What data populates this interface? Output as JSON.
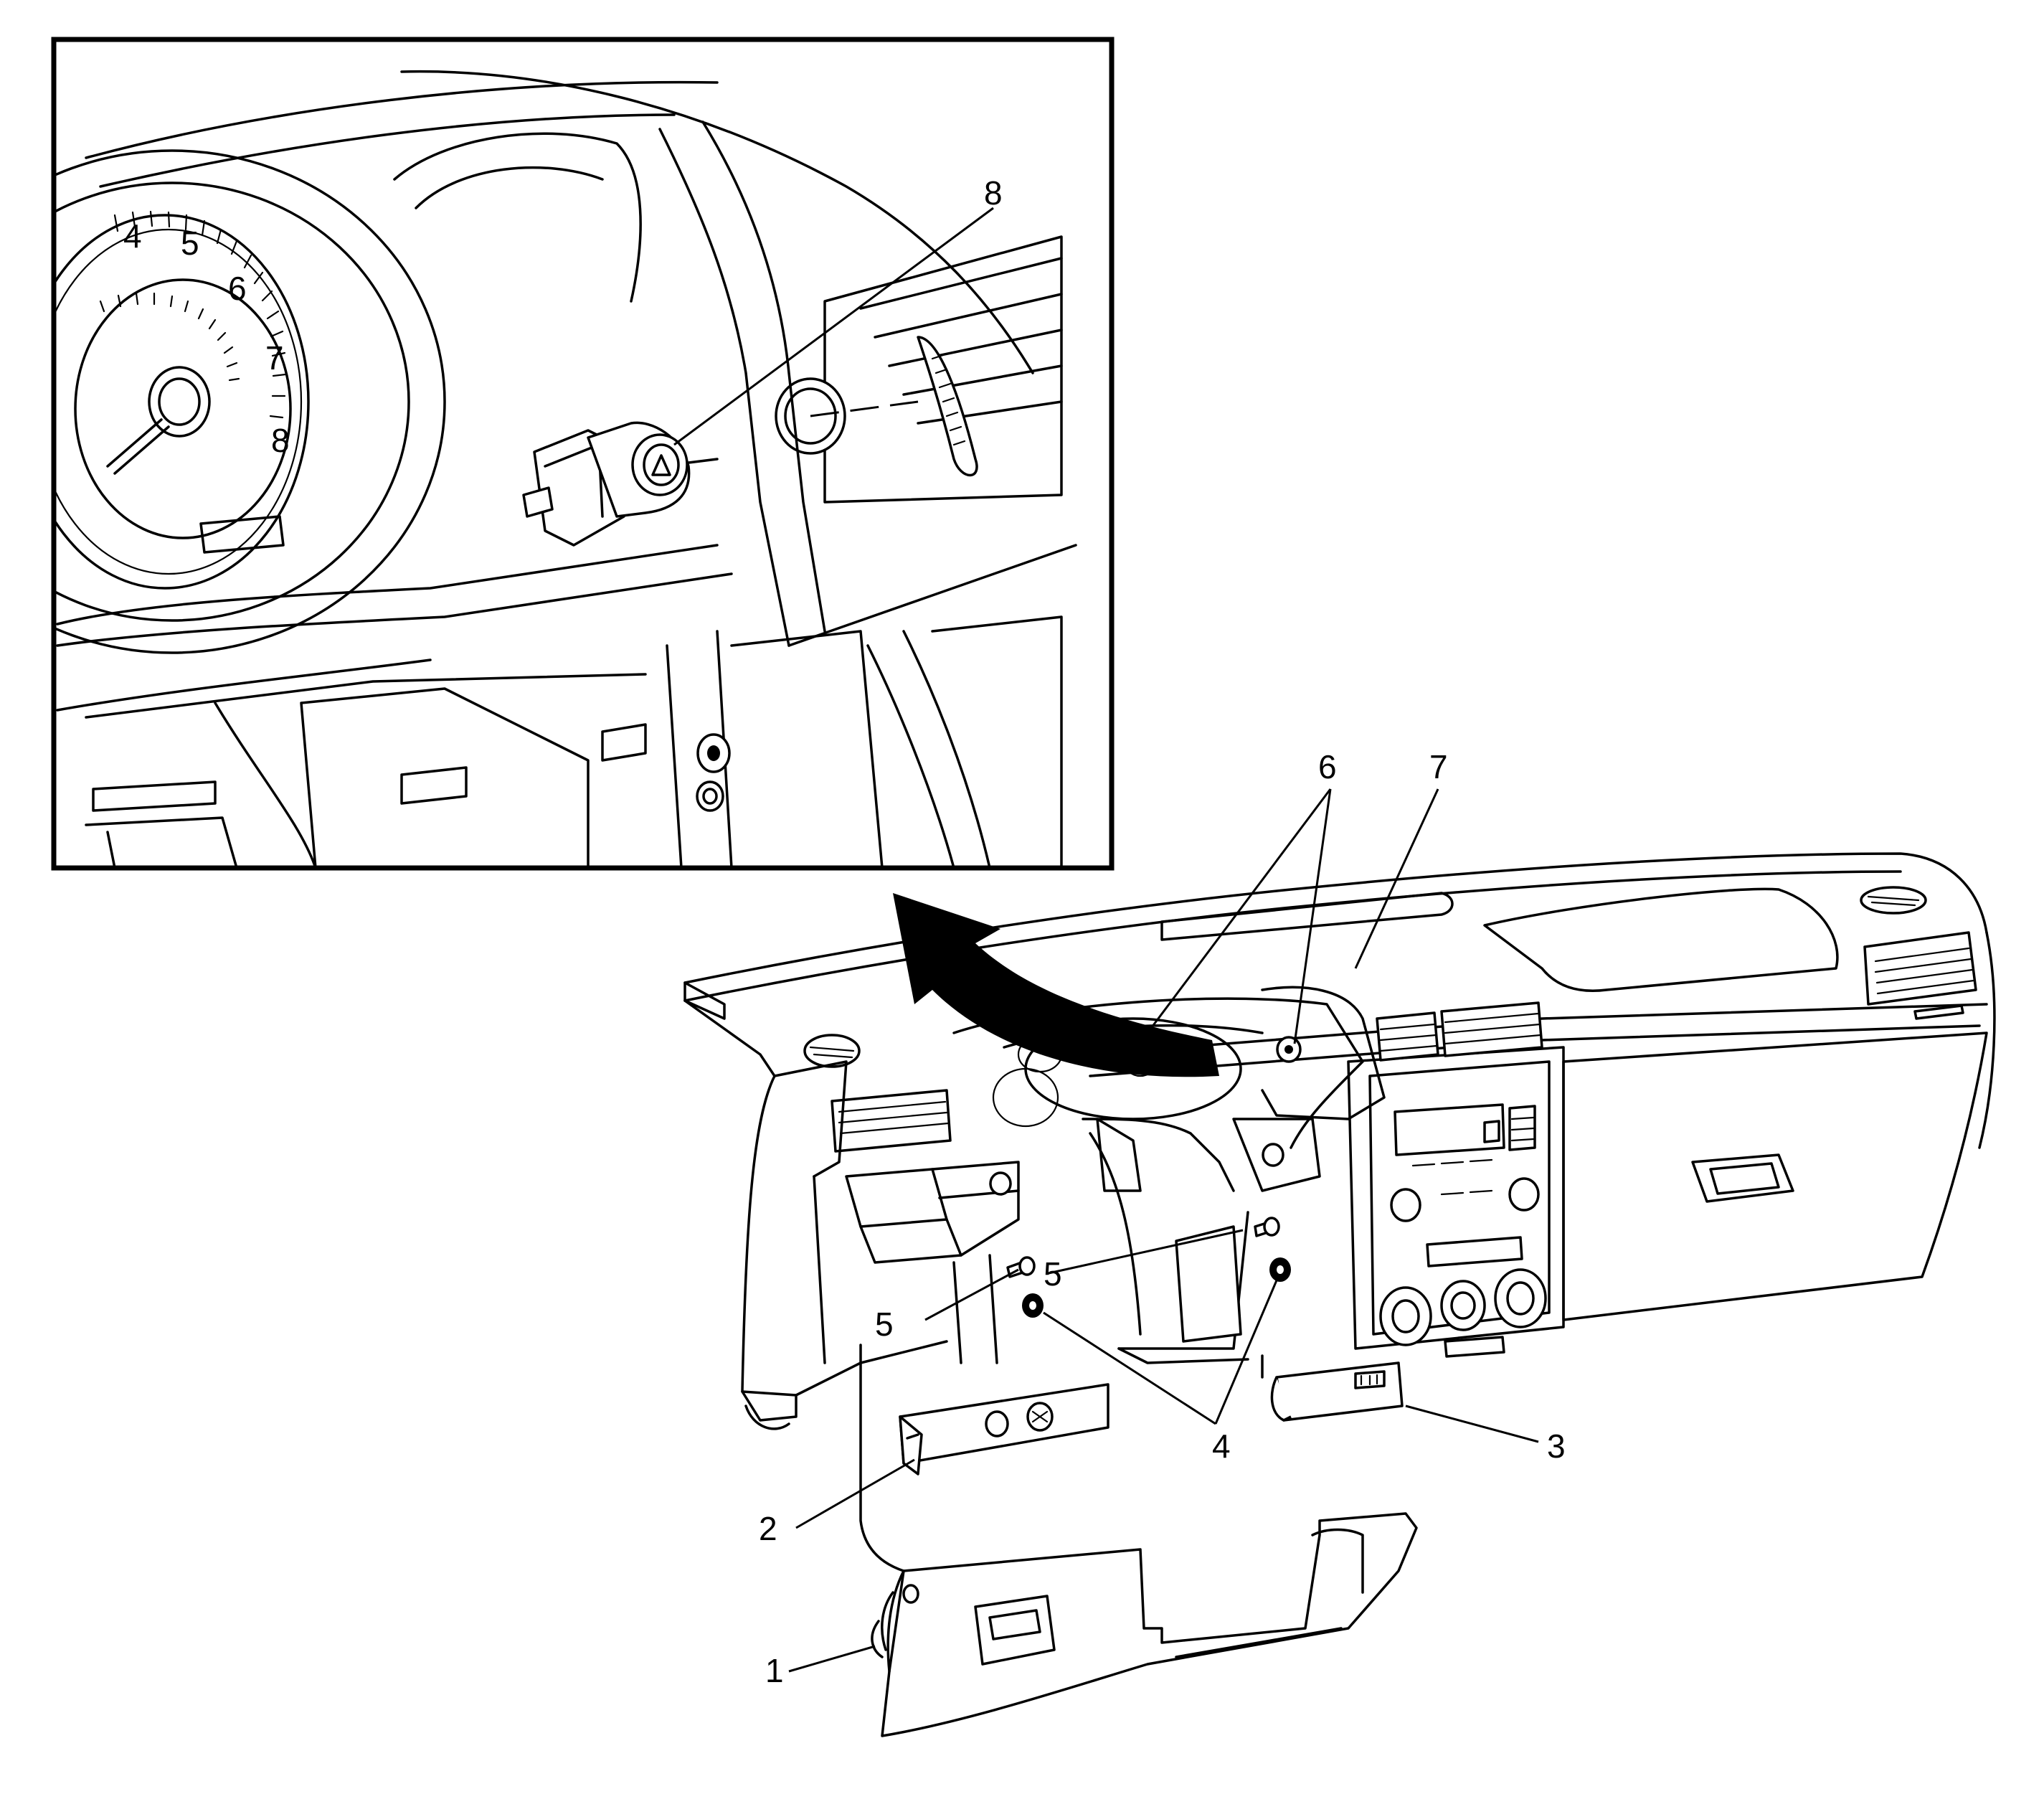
{
  "figure": {
    "callouts": [
      "1",
      "2",
      "3",
      "4",
      "5",
      "5",
      "6",
      "7",
      "8"
    ],
    "gauge_numbers": [
      "4",
      "5",
      "6",
      "7",
      "8"
    ]
  }
}
